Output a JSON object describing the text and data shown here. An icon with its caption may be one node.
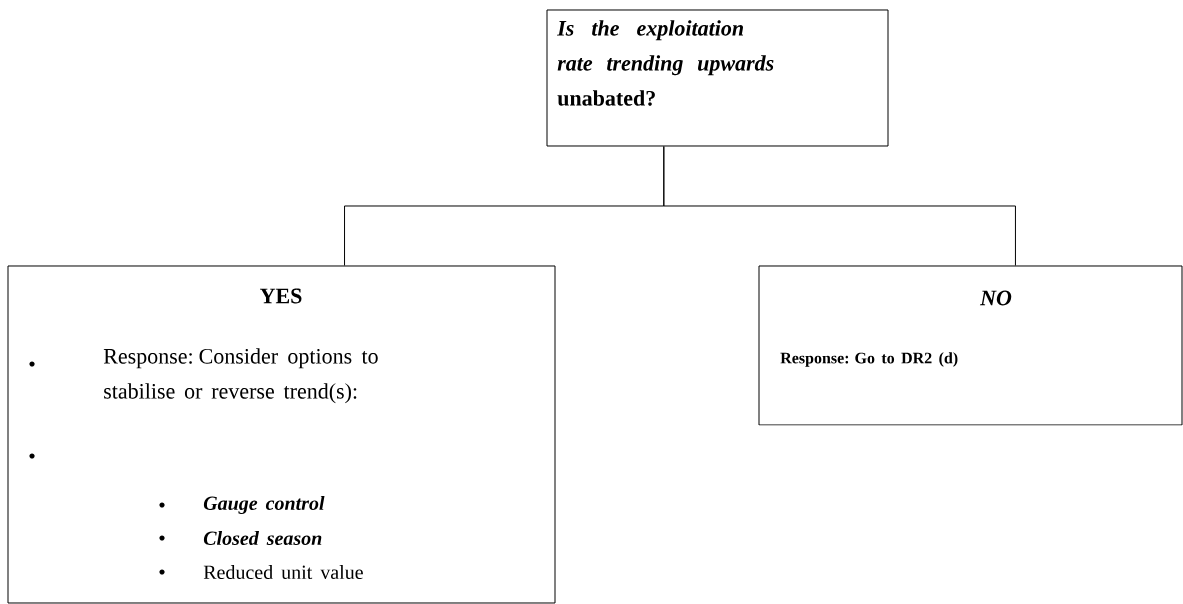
{
  "diagram": {
    "nodes": [
      {
        "text": [
          "*Is the exploitation rate trending upwards* unabated?"
        ]
      },
      {
        "text": [
          "YES",
          "Response: Consider options to stabilise or reverse trend(s):",
          "Gauge control",
          "Closed season",
          "Reduced unit value"
        ]
      },
      {
        "text": [
          "NO",
          "Response:  Go to DR2 (d)"
        ]
      }
    ],
    "edges": [
      {
        "from": 0,
        "to": 1,
        "arrow": "none"
      },
      {
        "from": 0,
        "to": 2,
        "arrow": "none"
      }
    ]
  }
}
